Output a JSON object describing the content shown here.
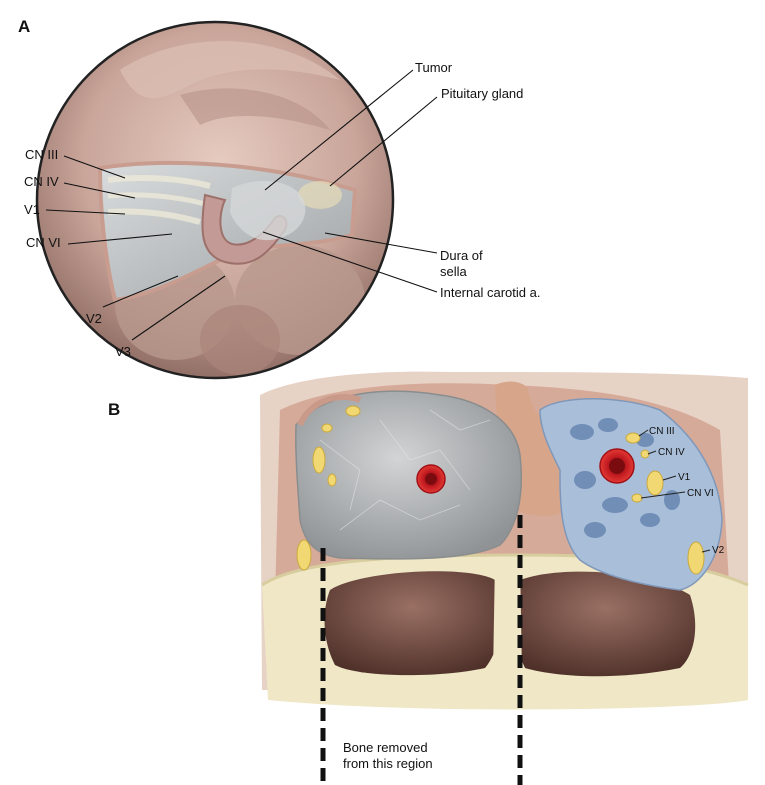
{
  "panel_a": {
    "panel_label": "A",
    "labels": {
      "tumor": "Tumor",
      "pituitary_gland": "Pituitary gland",
      "cn_iii": "CN III",
      "cn_iv": "CN IV",
      "v1": "V1",
      "cn_vi": "CN VI",
      "dura_line1": "Dura of",
      "dura_line2": "sella",
      "internal_carotid": "Internal carotid a.",
      "v2": "V2",
      "v3": "V3"
    }
  },
  "panel_b": {
    "panel_label": "B",
    "labels": {
      "cn_iii": "CN III",
      "cn_iv": "CN IV",
      "v1": "V1",
      "cn_vi": "CN VI",
      "v2": "V2"
    },
    "annotation_line1": "Bone removed",
    "annotation_line2": "from this region"
  },
  "colors": {
    "tumor": "#b9bcbe",
    "artery": "#d8232a",
    "nerve": "#f1d873",
    "bone": "#efe7c6",
    "sinus": "#6e4a40",
    "dura": "#c99b8a"
  }
}
